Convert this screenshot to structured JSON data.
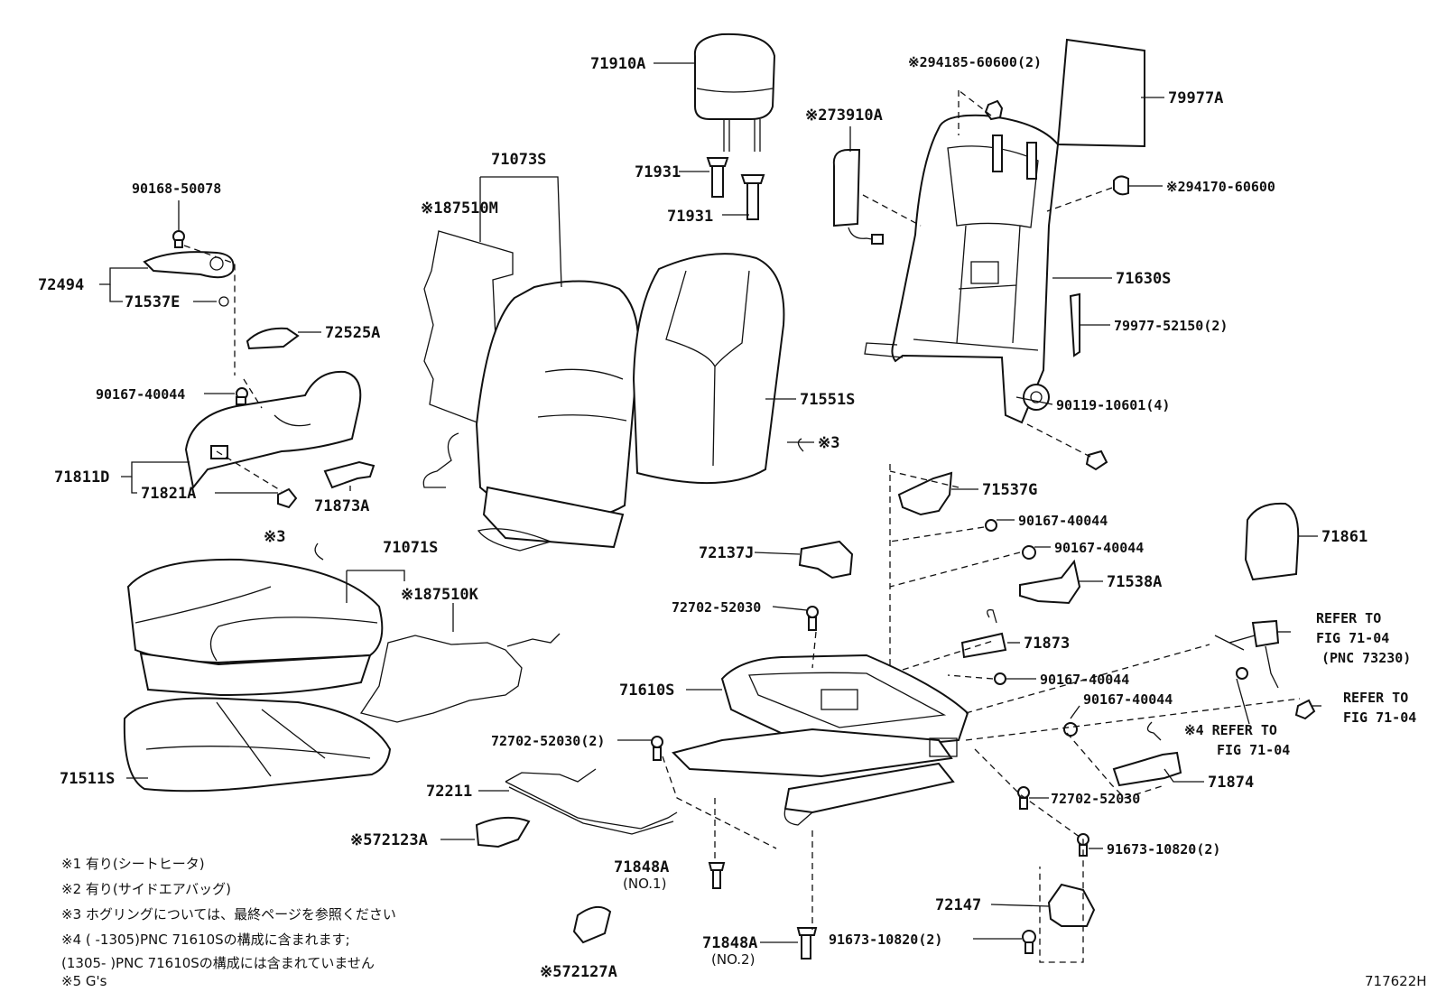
{
  "diagram_id": "717622H",
  "labels": {
    "p71910A": "71910A",
    "p94185": "※294185-60600(2)",
    "p79977A": "79977A",
    "p73910A": "※273910A",
    "p71073S": "71073S",
    "p87510M": "※187510M",
    "p71931a": "71931",
    "p71931b": "71931",
    "p94170": "※294170-60600",
    "p90168": "90168-50078",
    "p72494": "72494",
    "p71537E": "71537E",
    "p72525A": "72525A",
    "p71630S": "71630S",
    "p79977_52150": "79977-52150(2)",
    "p90167a": "90167-40044",
    "p71551S": "71551S",
    "p90119": "90119-10601(4)",
    "p3a": "※3",
    "p71811D": "71811D",
    "p71821A": "71821A",
    "p71873A": "71873A",
    "p71537G": "71537G",
    "p90167b": "90167-40044",
    "p90167c": "90167-40044",
    "p71861": "71861",
    "p3b": "※3",
    "p71071S": "71071S",
    "p72137J": "72137J",
    "p71538A": "71538A",
    "p87510K": "※187510K",
    "p72702a": "72702-52030",
    "p71873": "71873",
    "p71610S": "71610S",
    "p90167d": "90167-40044",
    "p90167e": "90167-40044",
    "p72702b": "72702-52030(2)",
    "p71511S": "71511S",
    "p71874": "71874",
    "p72211": "72211",
    "p72702c": "72702-52030",
    "p72123A": "※572123A",
    "p91673a": "91673-10820(2)",
    "p71848A1": "71848A",
    "p71848A1sub": "(NO.1)",
    "p72147": "72147",
    "p91673b": "91673-10820(2)",
    "p71848A2": "71848A",
    "p71848A2sub": "(NO.2)",
    "p72127A": "※572127A"
  },
  "refers": {
    "r1_l1": "REFER TO",
    "r1_l2": "FIG 71-04",
    "r1_l3": "(PNC 73230)",
    "r2_l1": "REFER TO",
    "r2_l2": "FIG 71-04",
    "r3_l1": "※4 REFER TO",
    "r3_l2": "FIG 71-04"
  },
  "notes": [
    "※1  有り(シートヒータ)",
    "※2  有り(サイドエアバッグ)",
    "※3  ホグリングについては、最終ページを参照ください",
    "※4  (        -1305)PNC 71610Sの構成に含まれます;",
    "       (1305-        )PNC 71610Sの構成には含まれていません",
    "※5  G's"
  ]
}
